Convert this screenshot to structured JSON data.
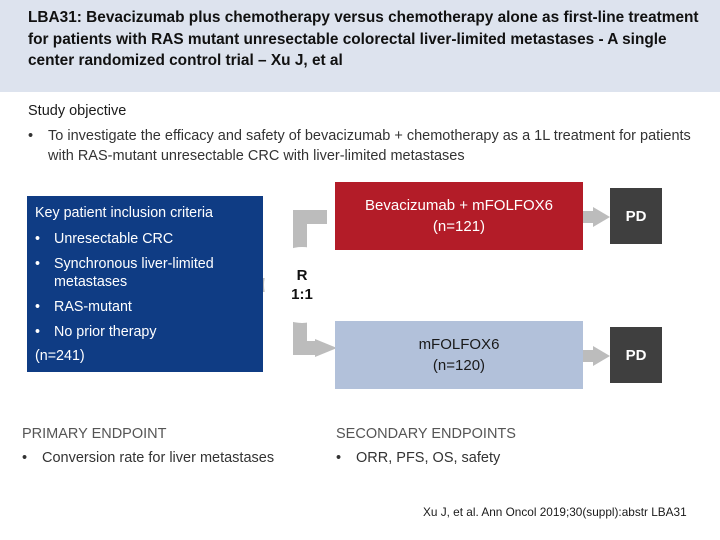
{
  "header": {
    "title": "LBA31: Bevacizumab plus chemotherapy versus chemotherapy alone as first-line treatment for patients with RAS mutant unresectable colorectal liver-limited metastases - A single center randomized control trial – Xu J, et al"
  },
  "objective": {
    "heading": "Study objective",
    "bullet": "•",
    "text": "To investigate the efficacy and safety of bevacizumab + chemotherapy as a 1L treatment for patients with RAS-mutant unresectable CRC with liver-limited metastases"
  },
  "inclusion": {
    "heading": "Key patient inclusion criteria",
    "bullet": "•",
    "items": [
      "Unresectable CRC",
      "Synchronous liver-limited metastases",
      "RAS-mutant",
      "No prior therapy"
    ],
    "n": "(n=241)"
  },
  "randomization": {
    "label_r": "R",
    "ratio": "1:1"
  },
  "arms": [
    {
      "treatment": "Bevacizumab + mFOLFOX6",
      "n": "(n=121)",
      "color": "#b31c28"
    },
    {
      "treatment": "mFOLFOX6",
      "n": "(n=120)",
      "color": "#b2c1da"
    }
  ],
  "outcome": {
    "label": "PD"
  },
  "primary_endpoint": {
    "heading": "PRIMARY ENDPOINT",
    "bullet": "•",
    "item": "Conversion rate for liver metastases"
  },
  "secondary_endpoints": {
    "heading": "SECONDARY ENDPOINTS",
    "bullet": "•",
    "item": "ORR, PFS, OS, safety"
  },
  "citation": "Xu J, et al. Ann Oncol 2019;30(suppl):abstr LBA31",
  "colors": {
    "header_bg": "#dde3ee",
    "inclusion_bg": "#0f3c84",
    "outcome_bg": "#3f3f3f",
    "connector": "#bcbcbc"
  }
}
